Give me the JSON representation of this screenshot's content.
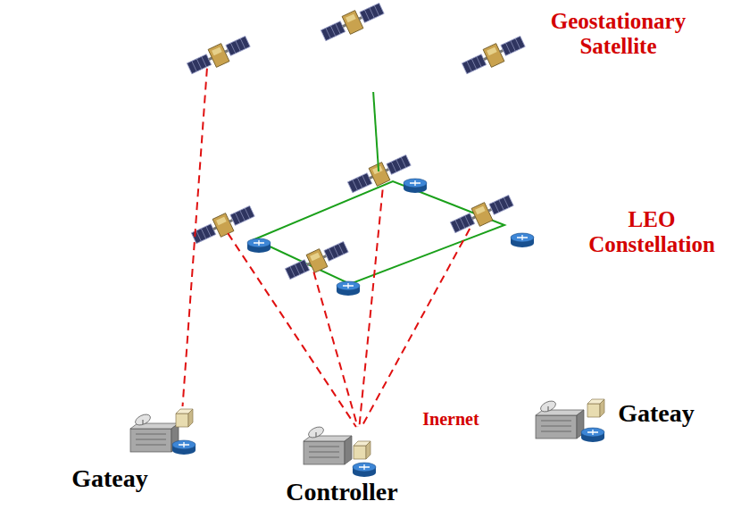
{
  "diagram": {
    "nodes": [
      {
        "text": [
          "Geostationary Satellite"
        ]
      },
      {
        "text": [
          "LEO Constellation"
        ]
      },
      {
        "text": [
          "Inernet"
        ]
      },
      {
        "text": [
          "Gateay"
        ]
      },
      {
        "text": [
          "Controller"
        ]
      },
      {
        "text": [
          "Gateay"
        ]
      }
    ],
    "edges": [
      {
        "from": 0,
        "to": 1,
        "arrow": "none"
      },
      {
        "from": 0,
        "to": 3,
        "arrow": "none"
      },
      {
        "from": 1,
        "to": 4,
        "arrow": "none"
      },
      {
        "from": 1,
        "to": 4,
        "arrow": "none"
      },
      {
        "from": 1,
        "to": 4,
        "arrow": "none"
      },
      {
        "from": 1,
        "to": 4,
        "arrow": "none"
      }
    ]
  }
}
